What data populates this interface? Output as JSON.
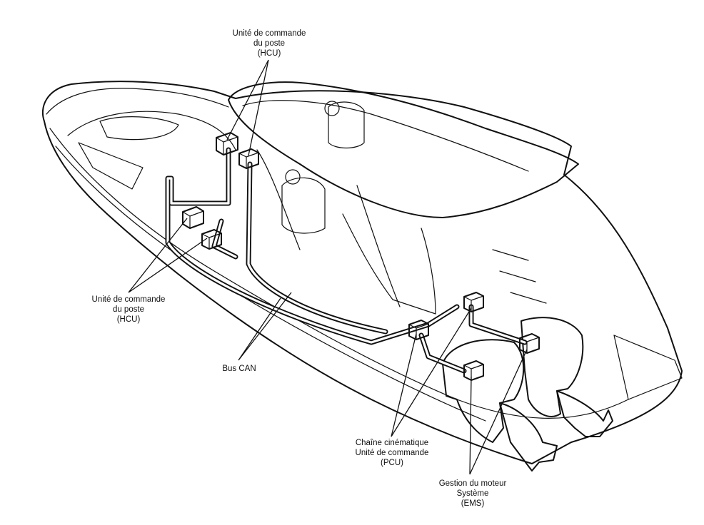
{
  "labels": {
    "hcu_top": [
      "Unité de commande",
      "du poste",
      "(HCU)"
    ],
    "hcu_left": [
      "Unité de commande",
      "du poste",
      "(HCU)"
    ],
    "can_bus": [
      "Bus CAN"
    ],
    "pcu": [
      "Chaîne cinématique",
      "Unité de commande",
      "(PCU)"
    ],
    "ems": [
      "Gestion du moteur",
      "Système",
      "(EMS)"
    ]
  },
  "colors": {
    "line": "#111111",
    "background": "#ffffff"
  }
}
